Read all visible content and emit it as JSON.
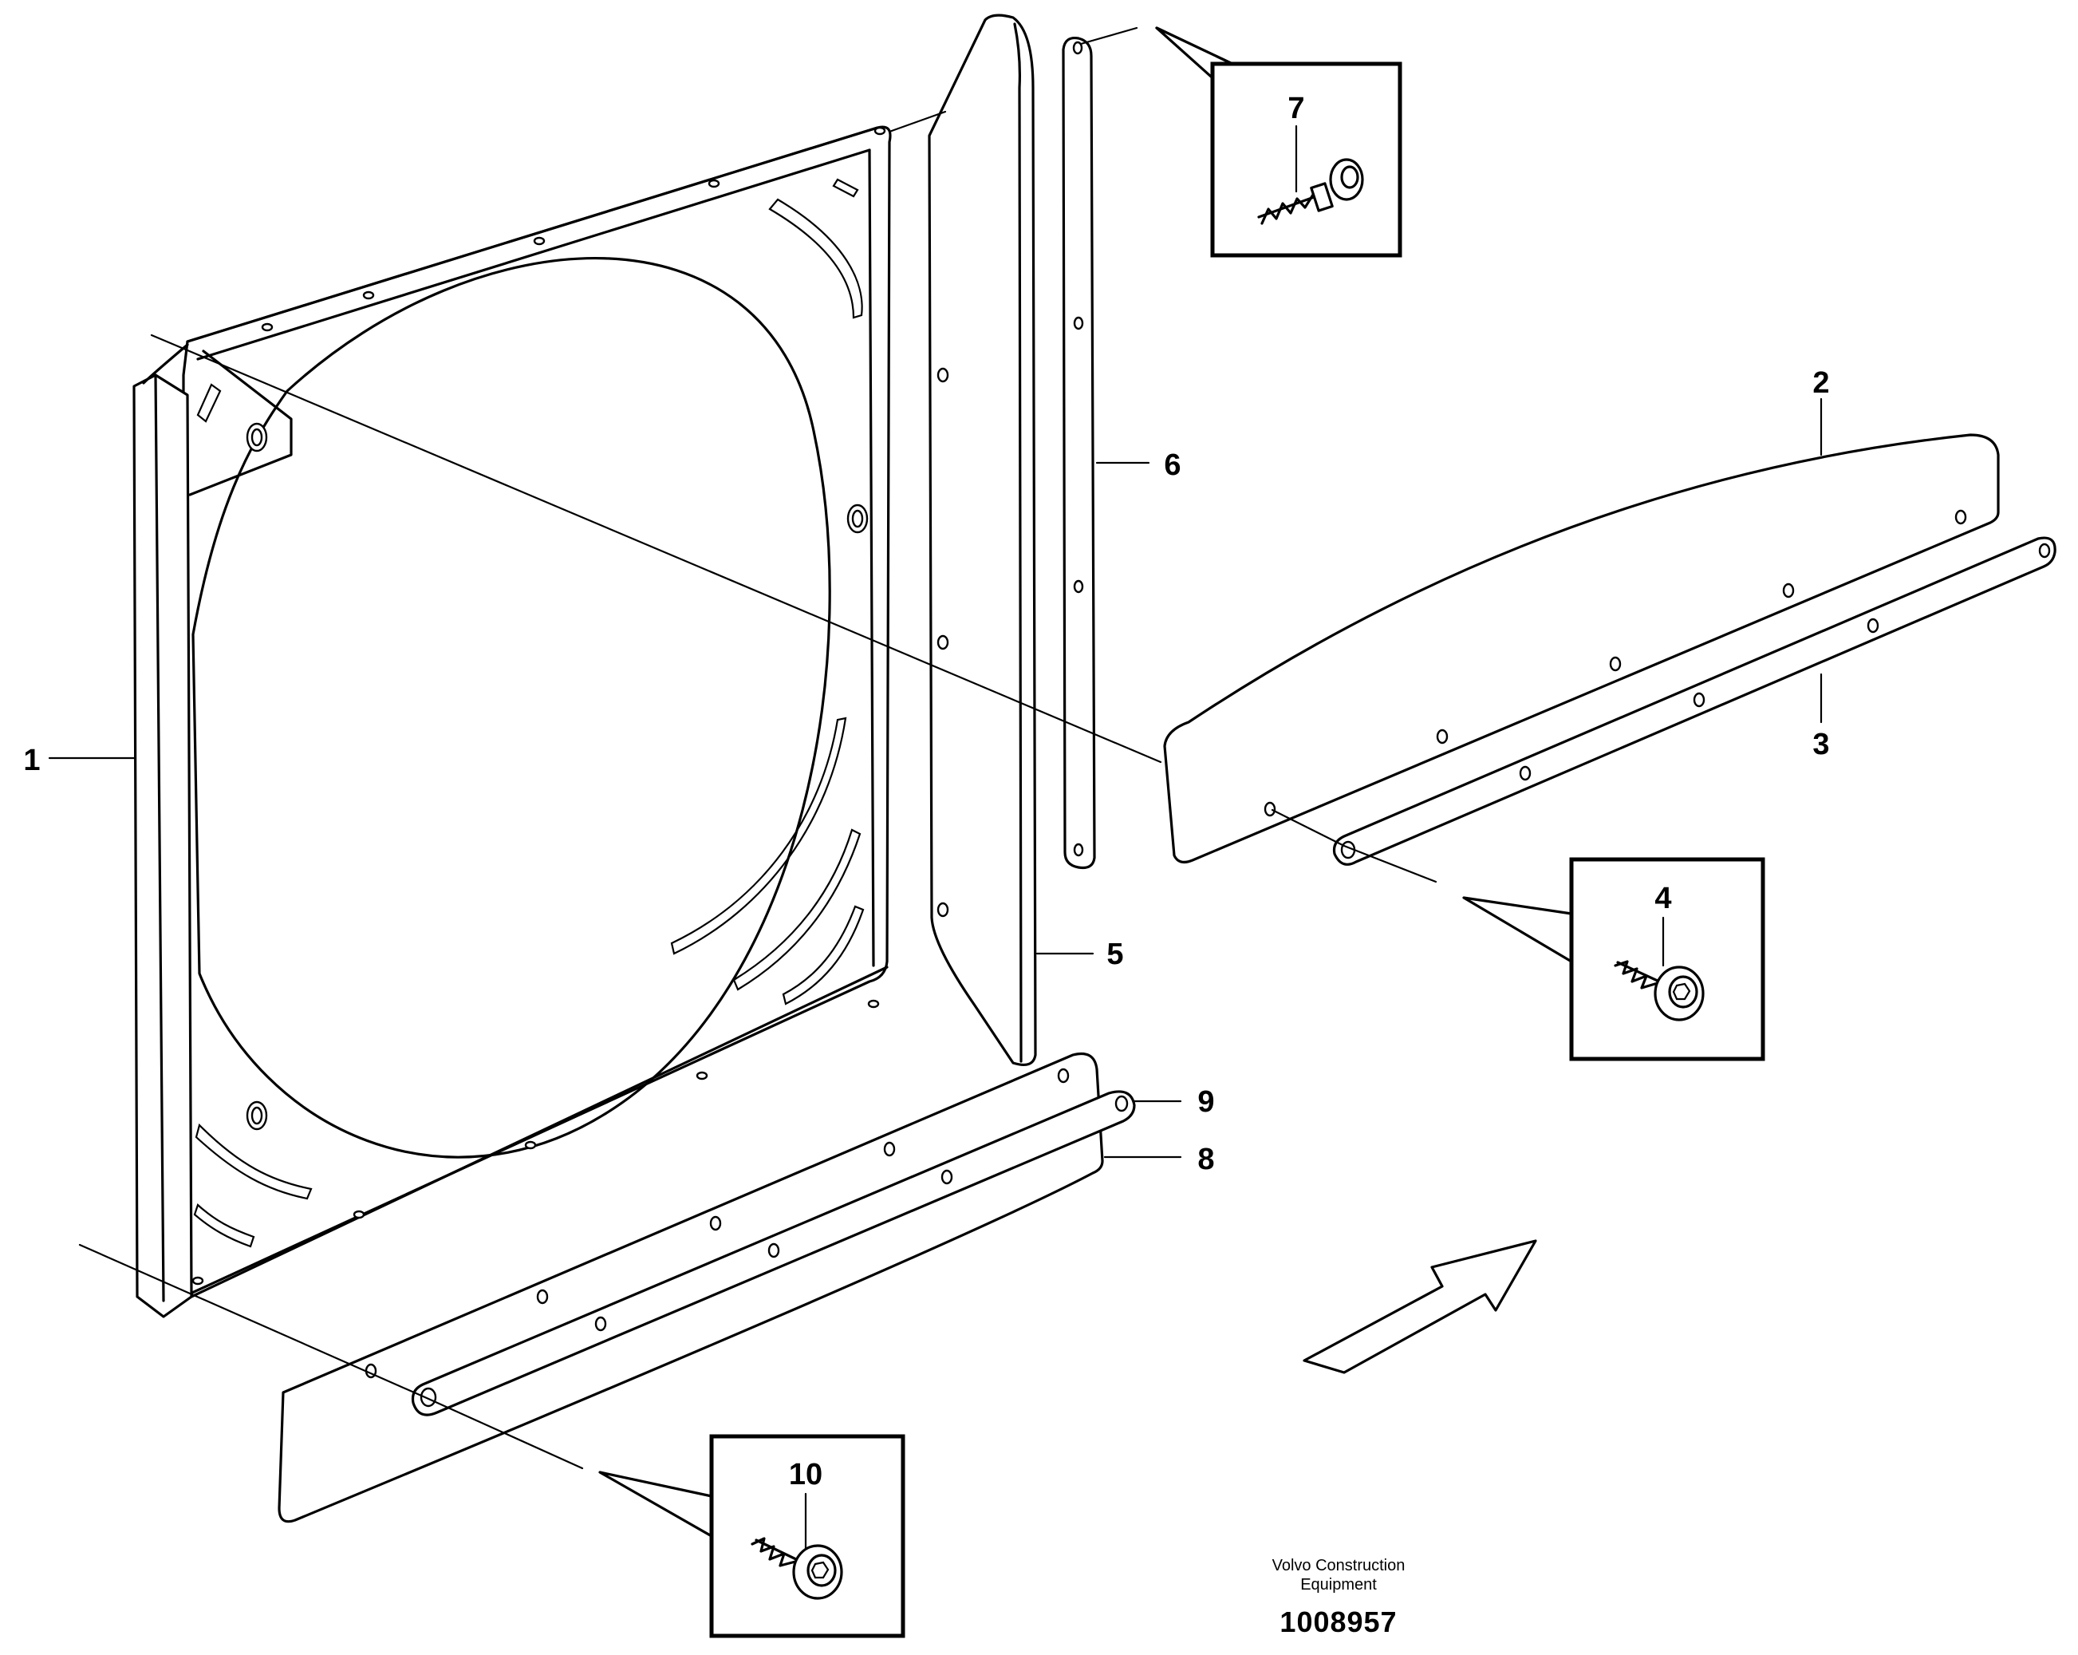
{
  "callouts": [
    {
      "id": "1",
      "label": "1"
    },
    {
      "id": "2",
      "label": "2"
    },
    {
      "id": "3",
      "label": "3"
    },
    {
      "id": "4",
      "label": "4"
    },
    {
      "id": "5",
      "label": "5"
    },
    {
      "id": "6",
      "label": "6"
    },
    {
      "id": "7",
      "label": "7"
    },
    {
      "id": "8",
      "label": "8"
    },
    {
      "id": "9",
      "label": "9"
    },
    {
      "id": "10",
      "label": "10"
    }
  ],
  "footer": {
    "company_line1": "Volvo Construction",
    "company_line2": "Equipment",
    "drawing_number": "1008957"
  },
  "icons": [
    "self-tapping-screw-icon",
    "flow-direction-arrow-icon"
  ]
}
